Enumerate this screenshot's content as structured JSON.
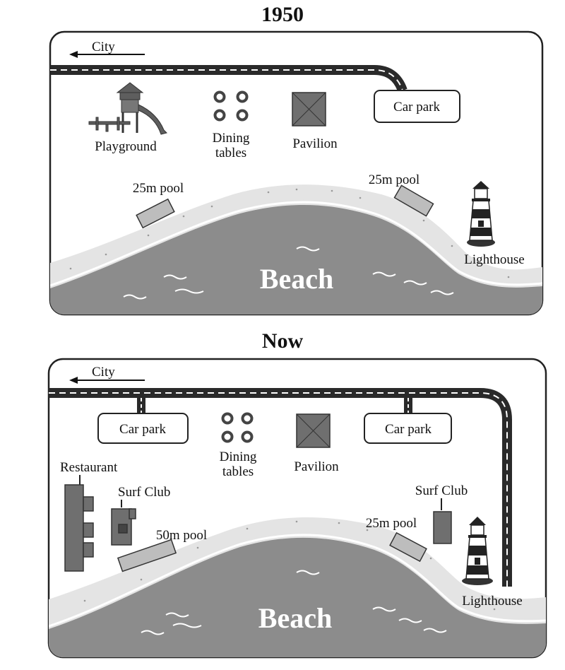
{
  "maps": [
    {
      "title": "1950",
      "city": "City",
      "labels": {
        "car_park": "Car park",
        "playground": "Playground",
        "dining_1": "Dining",
        "dining_2": "tables",
        "pavilion": "Pavilion",
        "pool_left": "25m pool",
        "pool_right": "25m pool",
        "lighthouse": "Lighthouse",
        "beach": "Beach"
      }
    },
    {
      "title": "Now",
      "city": "City",
      "labels": {
        "car_park_left": "Car park",
        "car_park_right": "Car park",
        "dining_1": "Dining",
        "dining_2": "tables",
        "pavilion": "Pavilion",
        "restaurant": "Restaurant",
        "surf_club_left": "Surf Club",
        "surf_club_right": "Surf Club",
        "pool_50": "50m pool",
        "pool_25": "25m pool",
        "lighthouse": "Lighthouse",
        "beach": "Beach"
      }
    }
  ],
  "colors": {
    "sea": "#8c8c8c",
    "sand": "#e4e4e4",
    "road": "#2a2a2a",
    "building": "#6f6f6f",
    "pool": "#bdbdbd"
  }
}
